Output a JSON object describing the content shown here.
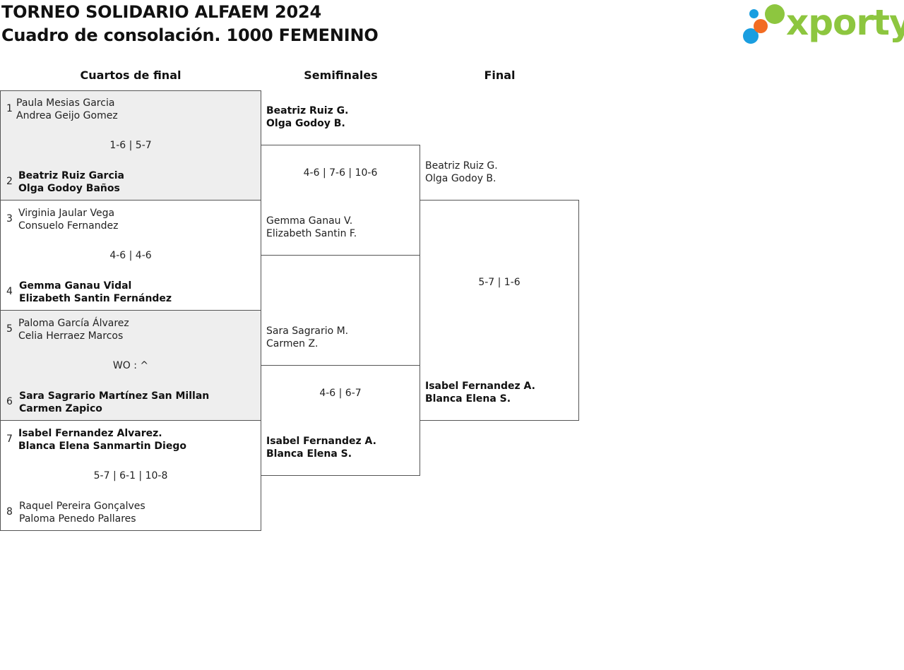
{
  "header": {
    "title_line1": "TORNEO SOLIDARIO ALFAEM 2024",
    "title_line2": "Cuadro de consolación. 1000 FEMENINO",
    "logo_text": "xporty",
    "logo_colors": [
      "#1a9ee0",
      "#f26c22",
      "#8dc63f"
    ]
  },
  "rounds": {
    "quarter": "Cuartos de final",
    "semi": "Semifinales",
    "final": "Final"
  },
  "quarterfinals": [
    {
      "seed_a": "1",
      "team_a": [
        "Paula Mesias Garcia",
        "Andrea Geijo Gomez"
      ],
      "seed_b": "2",
      "team_b": [
        "Beatriz Ruiz Garcia",
        "Olga Godoy Baños"
      ],
      "score": "1-6 | 5-7"
    },
    {
      "seed_a": "3",
      "team_a": [
        "Virginia Jaular Vega",
        "Consuelo Fernandez"
      ],
      "seed_b": "4",
      "team_b": [
        "Gemma Ganau Vidal",
        "Elizabeth Santin Fernández"
      ],
      "score": "4-6 | 4-6"
    },
    {
      "seed_a": "5",
      "team_a": [
        "Paloma García Álvarez",
        "Celia Herraez Marcos"
      ],
      "seed_b": "6",
      "team_b": [
        "Sara Sagrario Martínez San Millan",
        "Carmen Zapico"
      ],
      "score": "WO : ^"
    },
    {
      "seed_a": "7",
      "team_a": [
        "Isabel Fernandez Alvarez.",
        "Blanca Elena Sanmartin Diego"
      ],
      "seed_b": "8",
      "team_b": [
        "Raquel Pereira Gonçalves",
        "Paloma Penedo Pallares"
      ],
      "score": "5-7 | 6-1 | 10-8"
    }
  ],
  "semifinals": [
    {
      "team_a": [
        "Beatriz Ruiz G.",
        "Olga Godoy B."
      ],
      "team_b": [
        "Gemma Ganau V.",
        "Elizabeth Santin F."
      ],
      "score": "4-6 | 7-6 | 10-6"
    },
    {
      "team_a": [
        "Sara Sagrario M.",
        "Carmen Z."
      ],
      "team_b": [
        "Isabel Fernandez A.",
        "Blanca Elena S."
      ],
      "score": "4-6 | 6-7"
    }
  ],
  "final": {
    "team_a": [
      "Beatriz Ruiz G.",
      "Olga Godoy B."
    ],
    "team_b": [
      "Isabel Fernandez A.",
      "Blanca Elena S."
    ],
    "score": "5-7 | 1-6"
  }
}
